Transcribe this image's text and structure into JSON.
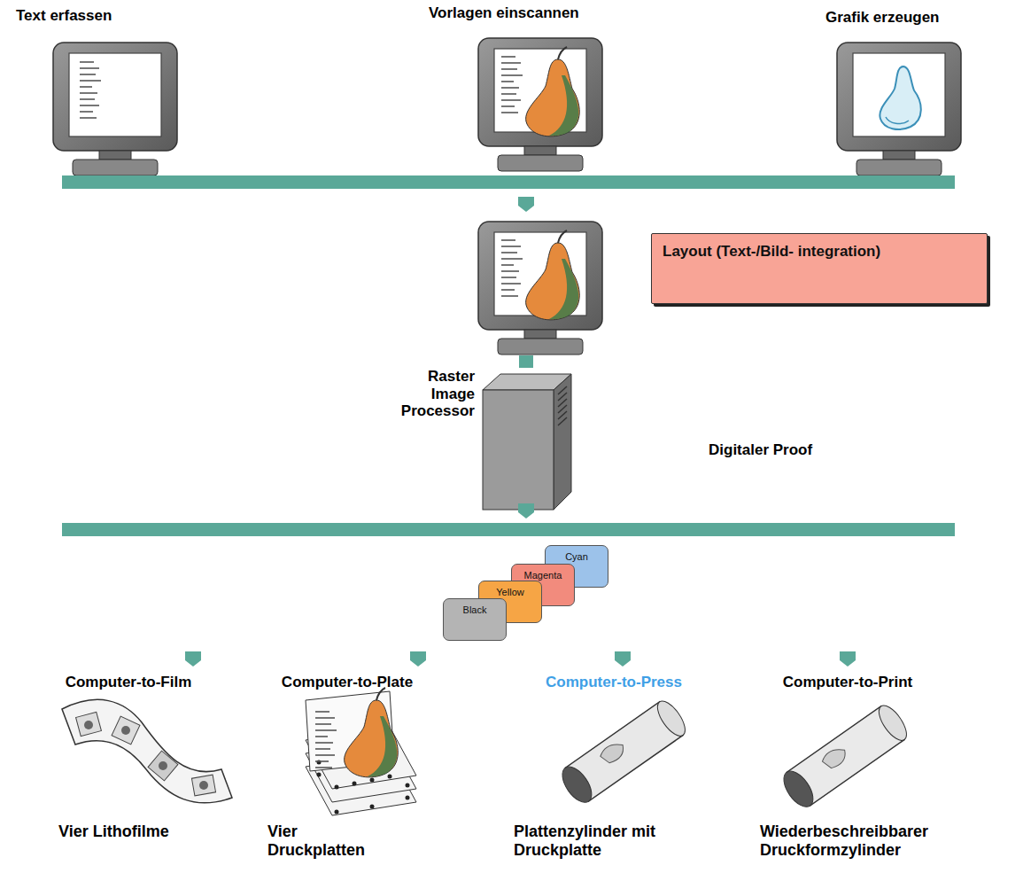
{
  "diagram": {
    "nodes": [
      {
        "text": [
          "Layout (Text-/Bild- integration)"
        ]
      },
      {
        "text": [
          "Black"
        ]
      },
      {
        "text": [
          "Yellow"
        ]
      },
      {
        "text": [
          "Magenta"
        ]
      },
      {
        "text": [
          "Cyan"
        ]
      }
    ],
    "labels": [
      "Text erfassen",
      "Vorlagen einscannen",
      "Grafik erzeugen",
      "Raster Image Processor",
      "Digitaler Proof",
      "Computer-to-Film",
      "Computer-to-Plate",
      "Computer-to-Press",
      "Computer-to-Print",
      "Vier Lithofilme",
      "Vier Druckplatten",
      "Plattenzylinder mit Druckplatte",
      "Wiederbeschreibbarer Druckformzylinder"
    ]
  }
}
